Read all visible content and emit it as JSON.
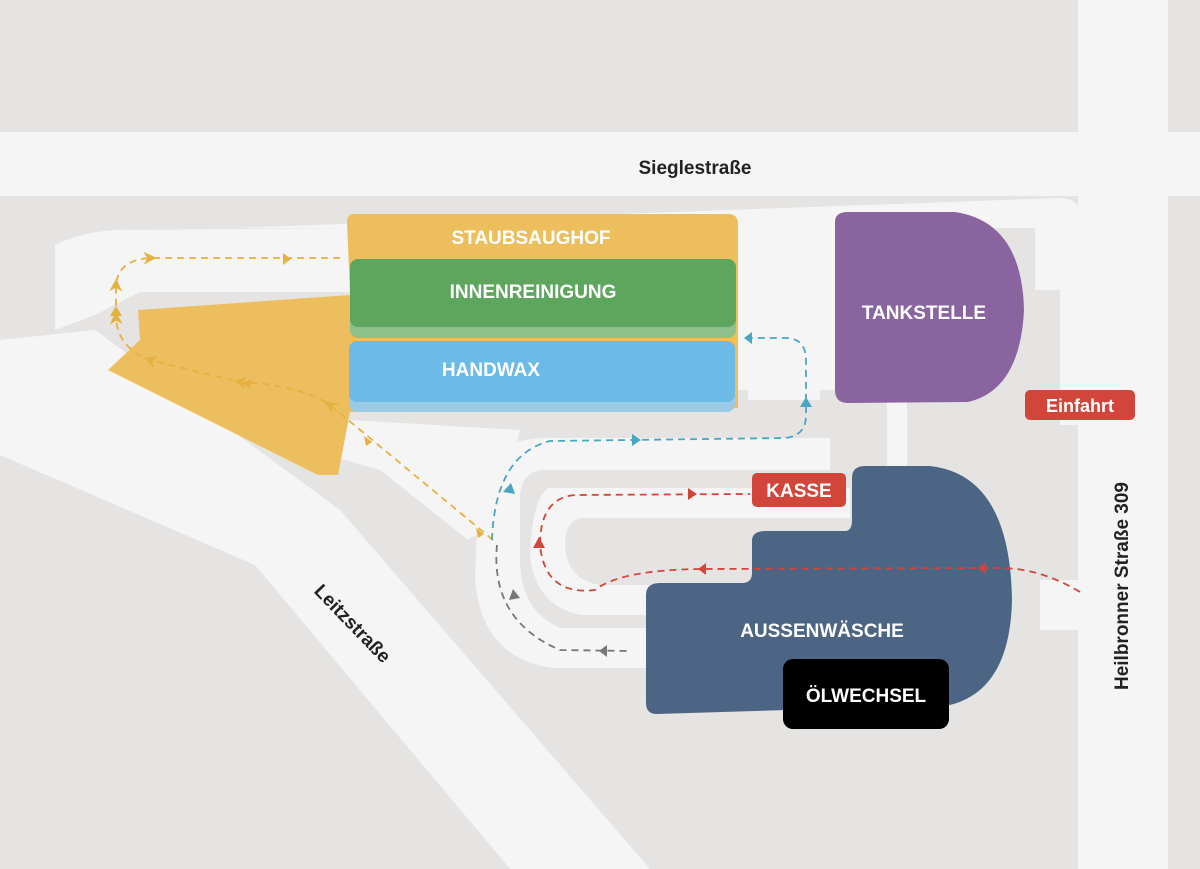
{
  "streets": {
    "north": "Sieglestraße",
    "southwest": "Leitzstraße",
    "east": "Heilbronner Straße 309"
  },
  "zones": {
    "staubsaughof": "STAUBSAUGHOF",
    "innenreinigung": "INNENREINIGUNG",
    "handwax": "HANDWAX",
    "tankstelle": "TANKSTELLE",
    "aussenwaesche": "AUSSENWÄSCHE",
    "oelwechsel": "ÖLWECHSEL"
  },
  "tags": {
    "einfahrt": "Einfahrt",
    "kasse": "KASSE"
  },
  "colors": {
    "ground": "#e5e4e3",
    "road": "#f5f5f5",
    "staubsaughof": "#ecbe5e",
    "innenreinigung": "#5ea55d",
    "handwax": "#6bbbe6",
    "tankstelle": "#8a649f",
    "aussenwaesche": "#4d6584",
    "oelwechsel": "#000000",
    "tag_red": "#d2453a",
    "route_yellow": "#e5b13f",
    "route_blue": "#4aa5c2",
    "route_red": "#d2453a",
    "route_gray": "#777777"
  }
}
